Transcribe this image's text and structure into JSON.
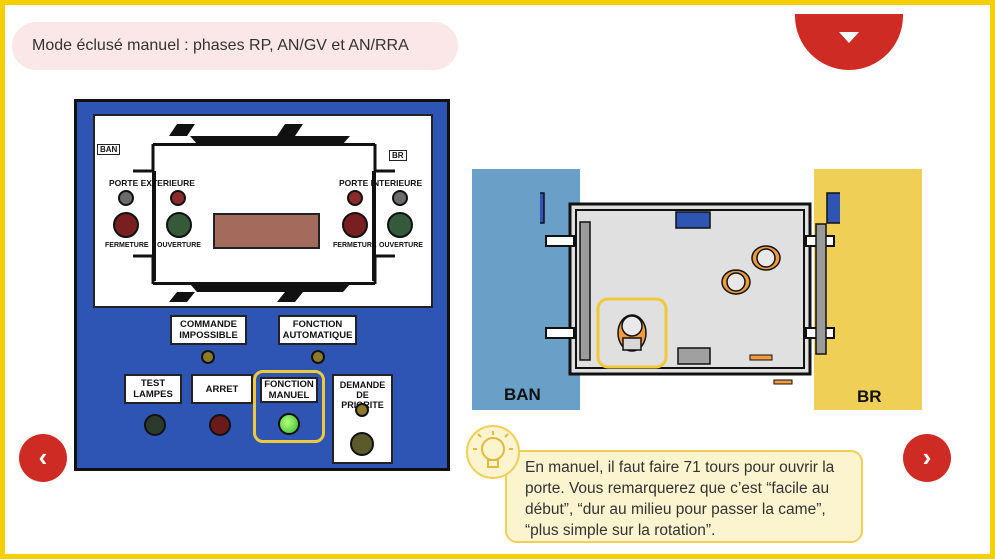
{
  "title": "Mode éclusé manuel : phases RP, AN/GV et AN/RRA",
  "panel": {
    "tag_left": "BAN",
    "tag_right": "BR",
    "porte_ext": "PORTE EXTERIEURE",
    "porte_int": "PORTE INTERIEURE",
    "fermeture": "FERMETURE",
    "ouverture": "OUVERTURE",
    "commande_impossible": "COMMANDE IMPOSSIBLE",
    "fonction_automatique": "FONCTION AUTOMATIQUE",
    "test_lampes": "TEST LAMPES",
    "arret": "ARRET",
    "fonction_manuel": "FONCTION MANUEL",
    "demande_priorite": "DEMANDE DE PRIORITE"
  },
  "diagram": {
    "ban_label": "BAN",
    "br_label": "BR"
  },
  "callout": {
    "text": "En manuel, il faut faire 71 tours pour ouvrir la porte. Vous remarquerez que c’est “facile au début”, “dur au milieu pour passer la came”, “plus simple sur la rotation”."
  },
  "nav": {
    "prev": "‹",
    "next": "›"
  },
  "colors": {
    "accent": "#cf2b25",
    "frame": "#f5d000",
    "panel": "#2e55b4",
    "ban": "#6a9fc7",
    "br": "#f0cf57"
  },
  "icons": {
    "menu": "caret-down-icon",
    "tip": "lightbulb-icon"
  }
}
